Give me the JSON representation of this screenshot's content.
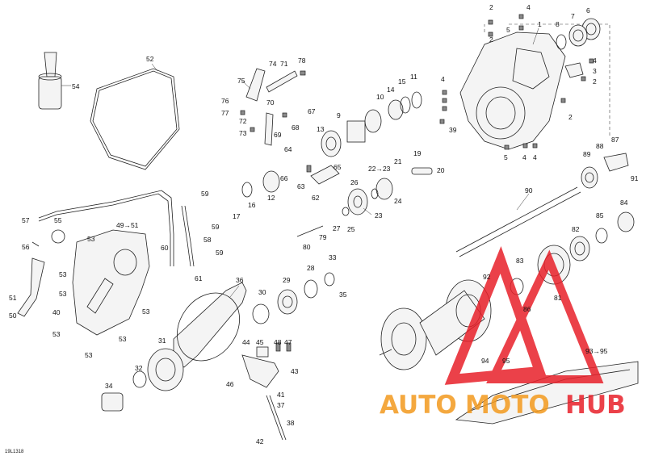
{
  "diagram": {
    "ref_code": "19L1318",
    "labels": [
      {
        "id": "1",
        "t": "1"
      },
      {
        "id": "2a",
        "t": "2"
      },
      {
        "id": "2b",
        "t": "2"
      },
      {
        "id": "2c",
        "t": "2"
      },
      {
        "id": "2d",
        "t": "2"
      },
      {
        "id": "3",
        "t": "3"
      },
      {
        "id": "4a",
        "t": "4"
      },
      {
        "id": "4b",
        "t": "4"
      },
      {
        "id": "4c",
        "t": "4"
      },
      {
        "id": "4d",
        "t": "4"
      },
      {
        "id": "4e",
        "t": "4"
      },
      {
        "id": "5a",
        "t": "5"
      },
      {
        "id": "5b",
        "t": "5"
      },
      {
        "id": "6",
        "t": "6"
      },
      {
        "id": "7",
        "t": "7"
      },
      {
        "id": "8",
        "t": "8"
      },
      {
        "id": "9",
        "t": "9"
      },
      {
        "id": "10",
        "t": "10"
      },
      {
        "id": "11",
        "t": "11"
      },
      {
        "id": "12",
        "t": "12"
      },
      {
        "id": "13",
        "t": "13"
      },
      {
        "id": "14",
        "t": "14"
      },
      {
        "id": "15",
        "t": "15"
      },
      {
        "id": "16",
        "t": "16"
      },
      {
        "id": "17",
        "t": "17"
      },
      {
        "id": "19",
        "t": "19"
      },
      {
        "id": "20",
        "t": "20"
      },
      {
        "id": "21",
        "t": "21"
      },
      {
        "id": "22",
        "t": "22→23"
      },
      {
        "id": "23",
        "t": "23"
      },
      {
        "id": "24",
        "t": "24"
      },
      {
        "id": "25",
        "t": "25"
      },
      {
        "id": "26",
        "t": "26"
      },
      {
        "id": "27",
        "t": "27"
      },
      {
        "id": "28",
        "t": "28"
      },
      {
        "id": "29",
        "t": "29"
      },
      {
        "id": "30",
        "t": "30"
      },
      {
        "id": "31",
        "t": "31"
      },
      {
        "id": "32",
        "t": "32"
      },
      {
        "id": "33",
        "t": "33"
      },
      {
        "id": "34",
        "t": "34"
      },
      {
        "id": "35",
        "t": "35"
      },
      {
        "id": "36",
        "t": "36"
      },
      {
        "id": "37",
        "t": "37"
      },
      {
        "id": "38",
        "t": "38"
      },
      {
        "id": "39",
        "t": "39"
      },
      {
        "id": "40",
        "t": "40"
      },
      {
        "id": "41",
        "t": "41"
      },
      {
        "id": "42",
        "t": "42"
      },
      {
        "id": "43",
        "t": "43"
      },
      {
        "id": "44",
        "t": "44"
      },
      {
        "id": "45",
        "t": "45"
      },
      {
        "id": "46",
        "t": "46"
      },
      {
        "id": "47",
        "t": "47"
      },
      {
        "id": "48",
        "t": "48"
      },
      {
        "id": "49",
        "t": "49→51"
      },
      {
        "id": "50",
        "t": "50"
      },
      {
        "id": "51",
        "t": "51"
      },
      {
        "id": "52",
        "t": "52"
      },
      {
        "id": "53a",
        "t": "53"
      },
      {
        "id": "53b",
        "t": "53"
      },
      {
        "id": "53c",
        "t": "53"
      },
      {
        "id": "53d",
        "t": "53"
      },
      {
        "id": "53e",
        "t": "53"
      },
      {
        "id": "53f",
        "t": "53"
      },
      {
        "id": "53g",
        "t": "53"
      },
      {
        "id": "54",
        "t": "54"
      },
      {
        "id": "55",
        "t": "55"
      },
      {
        "id": "56",
        "t": "56"
      },
      {
        "id": "57",
        "t": "57"
      },
      {
        "id": "58",
        "t": "58"
      },
      {
        "id": "59a",
        "t": "59"
      },
      {
        "id": "59b",
        "t": "59"
      },
      {
        "id": "59c",
        "t": "59"
      },
      {
        "id": "60",
        "t": "60"
      },
      {
        "id": "61",
        "t": "61"
      },
      {
        "id": "62",
        "t": "62"
      },
      {
        "id": "63",
        "t": "63"
      },
      {
        "id": "64",
        "t": "64"
      },
      {
        "id": "65",
        "t": "65"
      },
      {
        "id": "66",
        "t": "66"
      },
      {
        "id": "67",
        "t": "67"
      },
      {
        "id": "68",
        "t": "68"
      },
      {
        "id": "69",
        "t": "69"
      },
      {
        "id": "70",
        "t": "70"
      },
      {
        "id": "71",
        "t": "71"
      },
      {
        "id": "72",
        "t": "72"
      },
      {
        "id": "73",
        "t": "73"
      },
      {
        "id": "74",
        "t": "74"
      },
      {
        "id": "75",
        "t": "75"
      },
      {
        "id": "76",
        "t": "76"
      },
      {
        "id": "77",
        "t": "77"
      },
      {
        "id": "78",
        "t": "78"
      },
      {
        "id": "79",
        "t": "79"
      },
      {
        "id": "80",
        "t": "80"
      },
      {
        "id": "81",
        "t": "81"
      },
      {
        "id": "82",
        "t": "82"
      },
      {
        "id": "83",
        "t": "83"
      },
      {
        "id": "84",
        "t": "84"
      },
      {
        "id": "85",
        "t": "85"
      },
      {
        "id": "86",
        "t": "86"
      },
      {
        "id": "87",
        "t": "87"
      },
      {
        "id": "88",
        "t": "88"
      },
      {
        "id": "89",
        "t": "89"
      },
      {
        "id": "90",
        "t": "90"
      },
      {
        "id": "91",
        "t": "91"
      },
      {
        "id": "92",
        "t": "92"
      },
      {
        "id": "93",
        "t": "93→95"
      },
      {
        "id": "94",
        "t": "94"
      },
      {
        "id": "95",
        "t": "95"
      }
    ]
  },
  "watermark": {
    "word_left": "AUTO",
    "word_mid": "MOTO",
    "word_right": "HUB",
    "color_red": "#e8202a",
    "color_orange": "#f39a1e"
  }
}
